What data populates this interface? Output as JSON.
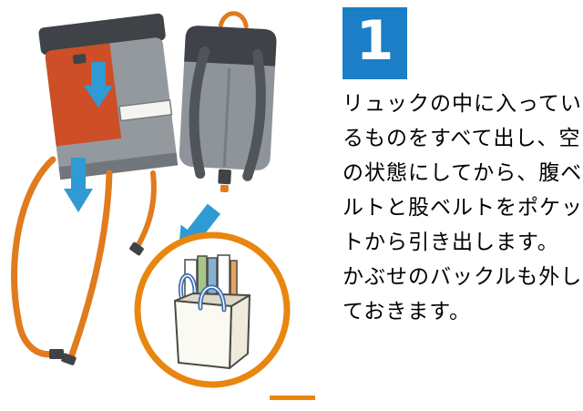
{
  "step": {
    "number": "1",
    "lines": [
      "リュックの中に入ってい",
      "るものをすべて出し、空",
      "の状態にしてから、腹ベ",
      "ルトと股ベルトをポケッ",
      "トから引き出します。",
      "かぶせのバックルも外し",
      "ておきます。"
    ]
  },
  "illustration": {
    "icons": [
      "backpack-front-view",
      "backpack-back-view",
      "down-arrow-icon",
      "diagonal-arrow-icon",
      "highlight-circle",
      "tote-bag-with-books"
    ],
    "colors": {
      "badge_blue": "#1b7ec6",
      "arrow_blue": "#2f9ad4",
      "strap_orange": "#e07b1e",
      "circle_orange": "#e8860f",
      "flap_red": "#cd4e27",
      "bag_gray": "#94999e",
      "dark_gray": "#3f4347",
      "book_green": "#a7c58a",
      "book_blue": "#86b0cf",
      "handle_blue": "#3f6fae"
    }
  }
}
